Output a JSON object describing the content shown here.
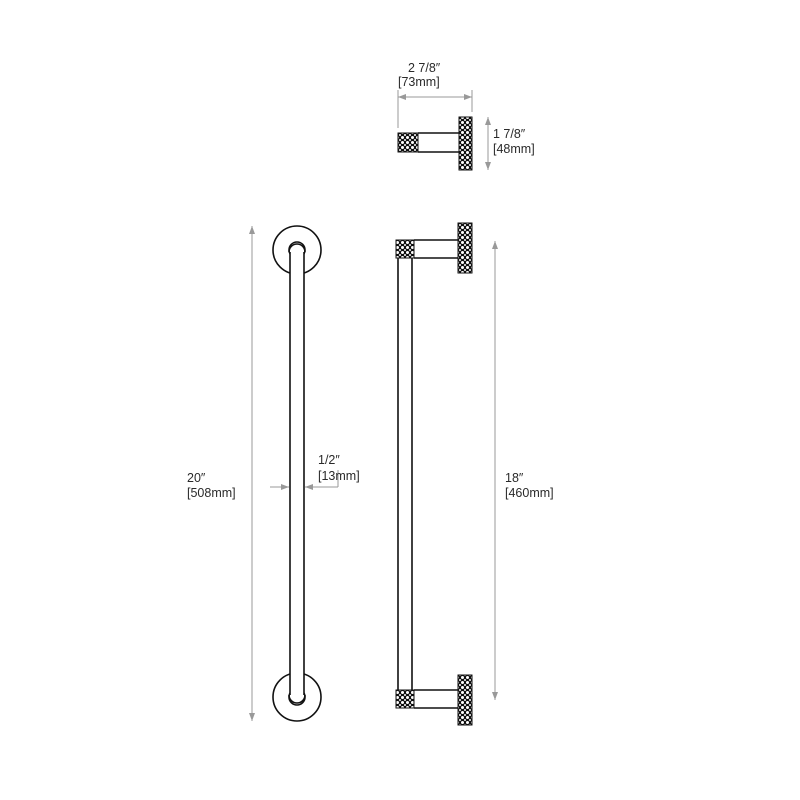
{
  "top_view": {
    "width_in": "2 7/8″",
    "width_mm": "[73mm]",
    "height_in": "1 7/8″",
    "height_mm": "[48mm]"
  },
  "front_view": {
    "length_in": "20″",
    "length_mm": "[508mm]",
    "bar_dia_in": "1/2″",
    "bar_dia_mm": "[13mm]"
  },
  "side_view": {
    "length_in": "18″",
    "length_mm": "[460mm]"
  },
  "colors": {
    "line": "#111111",
    "dimension": "#999999",
    "text": "#2a2a2a"
  }
}
